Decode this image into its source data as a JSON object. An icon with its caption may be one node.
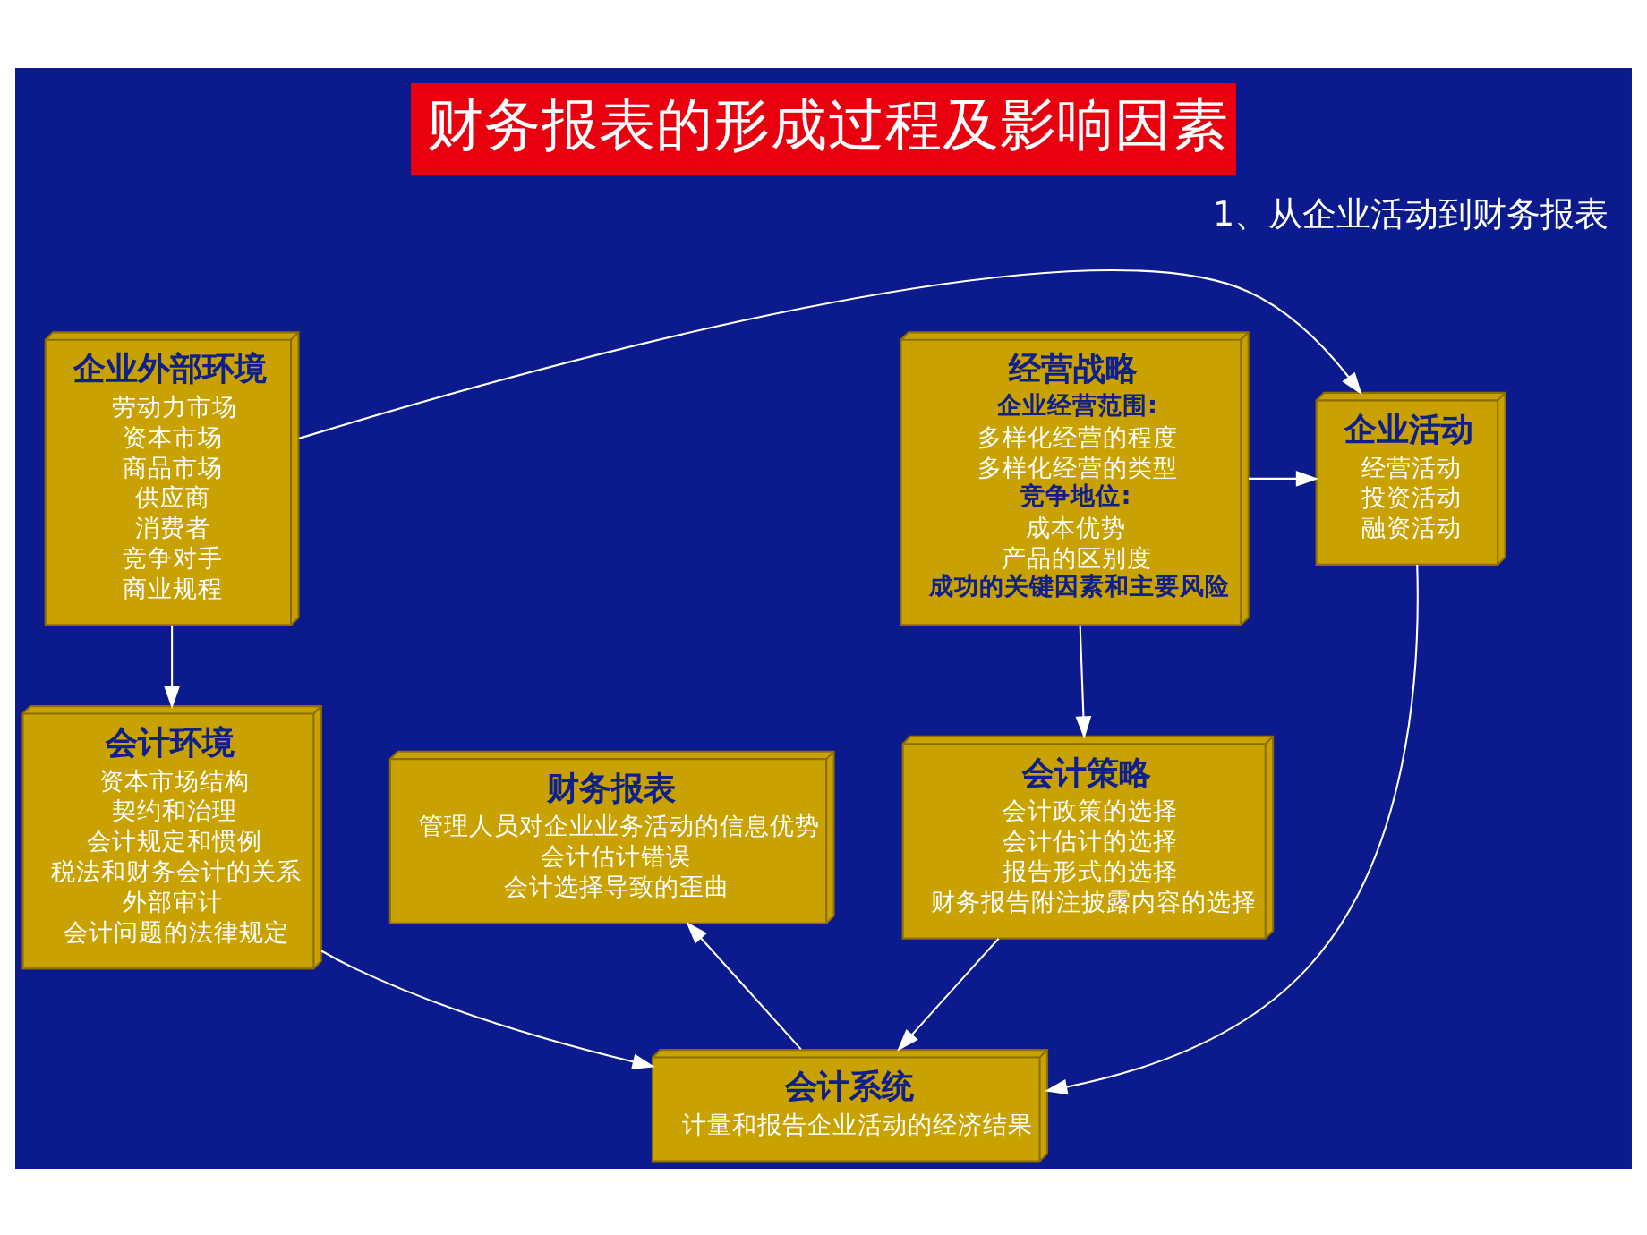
{
  "diagram": {
    "title": "财务报表的形成过程及影响因素",
    "nodes": [
      {
        "text": [
          "企业外部环境",
          "劳动力市场",
          "资本市场",
          "商品市场",
          "供应商",
          "消费者",
          "竞争对手",
          "商业规程"
        ]
      },
      {
        "text": [
          "企业活动",
          "经营活动",
          "投资活动",
          "融资活动"
        ]
      },
      {
        "text": [
          "经营战略",
          "企业经营范围:",
          "多样化经营的程度",
          "多样化经营的类型",
          "竞争地位:",
          "成本优势",
          "产品的区别度",
          "成功的关键因素和主要风险"
        ]
      },
      {
        "text": [
          "会计系统",
          "计量和报告企业活动的经济结果"
        ]
      },
      {
        "text": [
          "会计环境",
          "资本市场结构",
          "契约和治理",
          "会计规定和惯例",
          "税法和财务会计的关系",
          "外部审计",
          "会计问题的法律规定"
        ]
      },
      {
        "text": [
          "财务报表",
          "管理人员对企业业务活动的信息优势",
          "会计估计错误",
          "会计选择导致的歪曲"
        ]
      },
      {
        "text": [
          "会计策略",
          "会计政策的选择",
          "会计估计的选择",
          "报告形式的选择",
          "财务报告附注披露内容的选择"
        ]
      }
    ],
    "edges": [
      {
        "from": 0,
        "to": 1,
        "arrow": "to"
      },
      {
        "from": 2,
        "to": 1,
        "arrow": "to"
      },
      {
        "from": 1,
        "to": 3,
        "arrow": "to"
      },
      {
        "from": 0,
        "to": 4,
        "arrow": "to"
      },
      {
        "from": 4,
        "to": 3,
        "arrow": "to"
      },
      {
        "from": 6,
        "to": 3,
        "arrow": "to"
      },
      {
        "from": 2,
        "to": 6,
        "arrow": "to"
      },
      {
        "from": 3,
        "to": 5,
        "arrow": "to"
      }
    ],
    "labels": [
      "1、从企业活动到财务报表"
    ]
  }
}
